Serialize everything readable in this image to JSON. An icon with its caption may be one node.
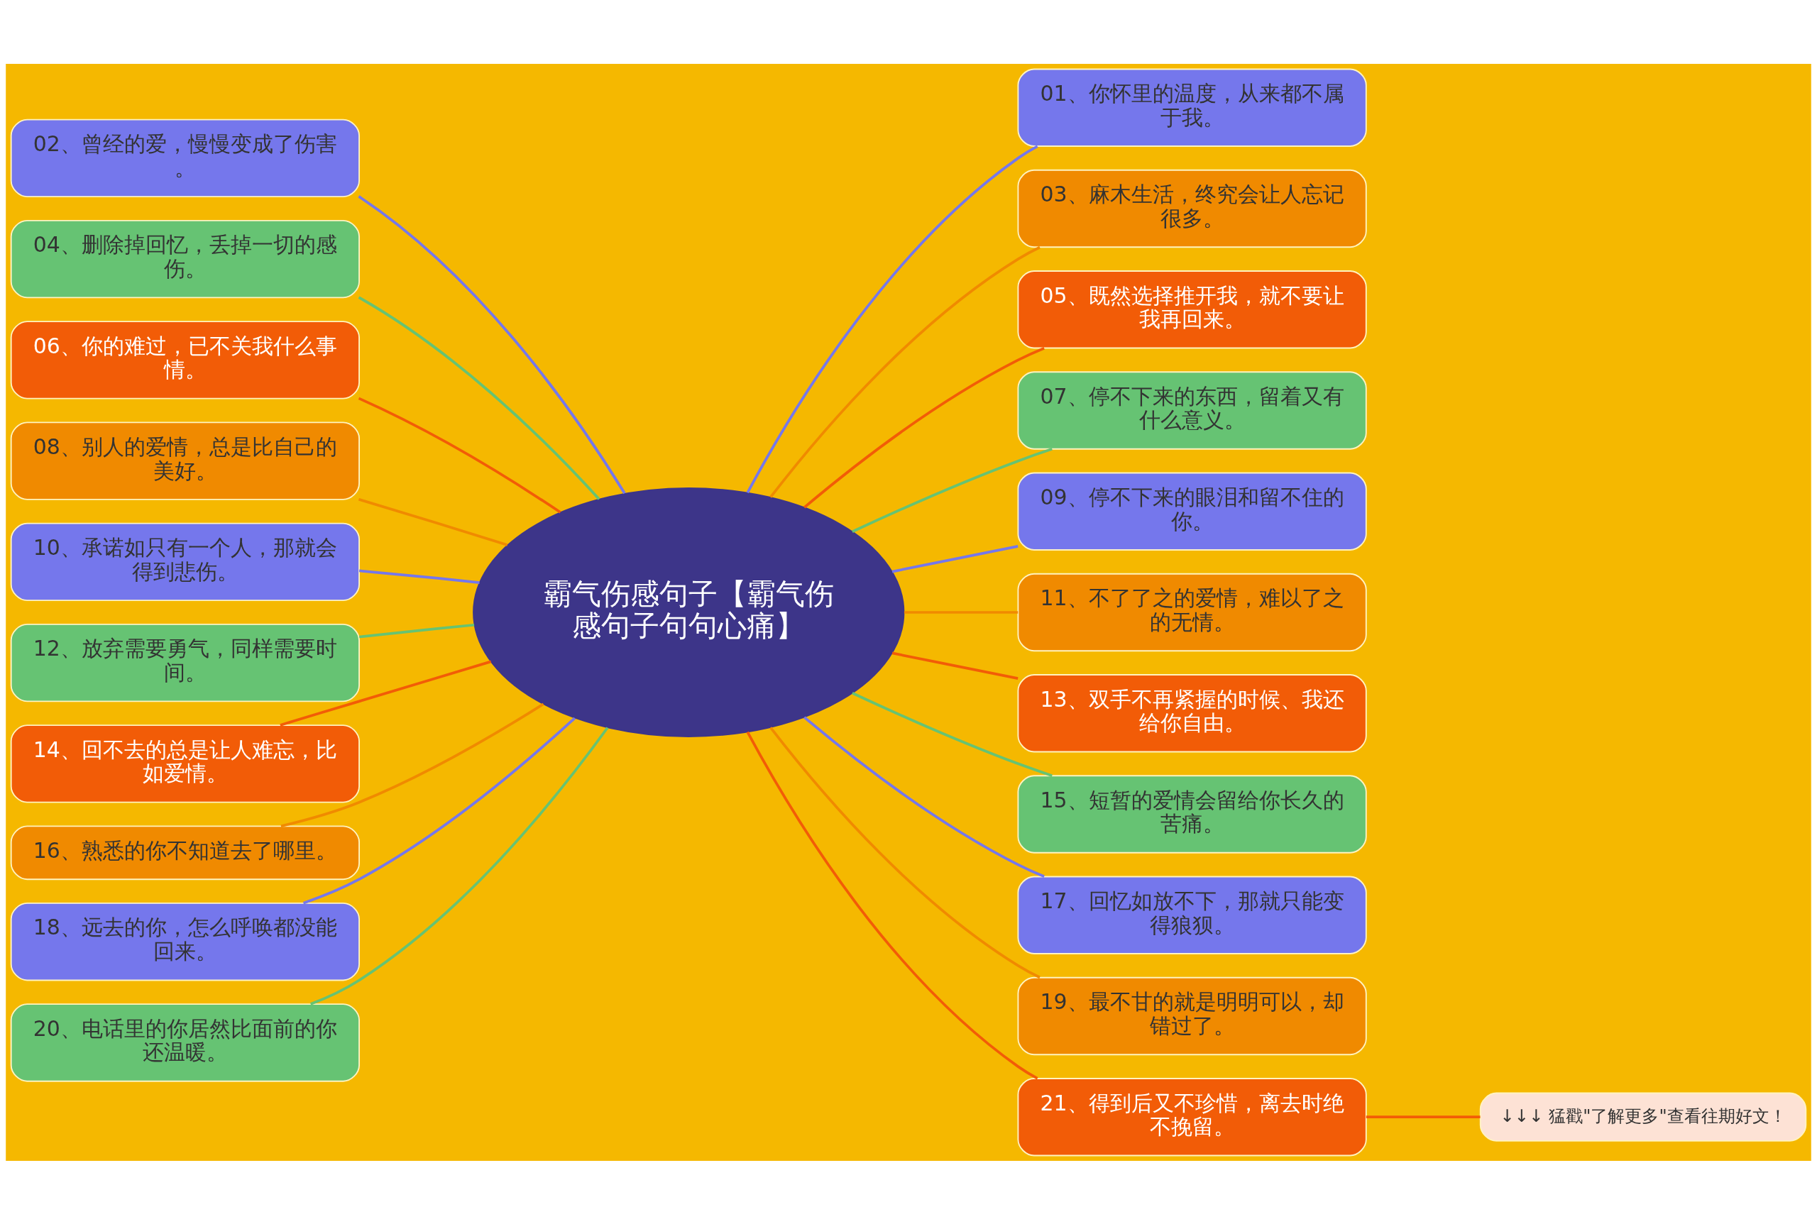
{
  "diagram": {
    "nodes": [
      {
        "text": [
          "霸气伤感句子【霸气伤感句子句句心痛】"
        ]
      },
      {
        "text": [
          "01、你怀里的温度，从来都不属于我。"
        ]
      },
      {
        "text": [
          "03、麻木生活，终究会让人忘记很多。"
        ]
      },
      {
        "text": [
          "05、既然选择推开我，就不要让我再回来。"
        ]
      },
      {
        "text": [
          "07、停不下来的东西，留着又有什么意义。"
        ]
      },
      {
        "text": [
          "09、停不下来的眼泪和留不住的你。"
        ]
      },
      {
        "text": [
          "11、不了了之的爱情，难以了之的无情。"
        ]
      },
      {
        "text": [
          "13、双手不再紧握的时候、我还给你自由。"
        ]
      },
      {
        "text": [
          "15、短暂的爱情会留给你长久的苦痛。"
        ]
      },
      {
        "text": [
          "17、回忆如放不下，那就只能变得狼狈。"
        ]
      },
      {
        "text": [
          "19、最不甘的就是明明可以，却错过了。"
        ]
      },
      {
        "text": [
          "21、得到后又不珍惜，离去时绝不挽留。"
        ]
      },
      {
        "text": [
          "02、曾经的爱，慢慢变成了伤害。"
        ]
      },
      {
        "text": [
          "04、删除掉回忆，丢掉一切的感伤。"
        ]
      },
      {
        "text": [
          "06、你的难过，已不关我什么事情。"
        ]
      },
      {
        "text": [
          "08、别人的爱情，总是比自己的美好。"
        ]
      },
      {
        "text": [
          "10、承诺如只有一个人，那就会得到悲伤。"
        ]
      },
      {
        "text": [
          "12、放弃需要勇气，同样需要时间。"
        ]
      },
      {
        "text": [
          "14、回不去的总是让人难忘，比如爱情。"
        ]
      },
      {
        "text": [
          "16、熟悉的你不知道去了哪里。"
        ]
      },
      {
        "text": [
          "18、远去的你，怎么呼唤都没能回来。"
        ]
      },
      {
        "text": [
          "20、电话里的你居然比面前的你还温暖。"
        ]
      },
      {
        "text": [
          "↓↓↓ 猛戳\"了解更多\"查看往期好文！"
        ]
      }
    ],
    "edges": [
      {
        "from": 0,
        "to": 1,
        "arrow": "none",
        "color": "#7577ec"
      },
      {
        "from": 0,
        "to": 2,
        "arrow": "none",
        "color": "#f08a00"
      },
      {
        "from": 0,
        "to": 3,
        "arrow": "none",
        "color": "#f25c07"
      },
      {
        "from": 0,
        "to": 4,
        "arrow": "none",
        "color": "#66c373"
      },
      {
        "from": 0,
        "to": 5,
        "arrow": "none",
        "color": "#7577ec"
      },
      {
        "from": 0,
        "to": 6,
        "arrow": "none",
        "color": "#f08a00"
      },
      {
        "from": 0,
        "to": 7,
        "arrow": "none",
        "color": "#f25c07"
      },
      {
        "from": 0,
        "to": 8,
        "arrow": "none",
        "color": "#66c373"
      },
      {
        "from": 0,
        "to": 9,
        "arrow": "none",
        "color": "#7577ec"
      },
      {
        "from": 0,
        "to": 10,
        "arrow": "none",
        "color": "#f08a00"
      },
      {
        "from": 0,
        "to": 11,
        "arrow": "none",
        "color": "#f25c07"
      },
      {
        "from": 0,
        "to": 12,
        "arrow": "none",
        "color": "#7577ec"
      },
      {
        "from": 0,
        "to": 13,
        "arrow": "none",
        "color": "#66c373"
      },
      {
        "from": 0,
        "to": 14,
        "arrow": "none",
        "color": "#f25c07"
      },
      {
        "from": 0,
        "to": 15,
        "arrow": "none",
        "color": "#f08a00"
      },
      {
        "from": 0,
        "to": 16,
        "arrow": "none",
        "color": "#7577ec"
      },
      {
        "from": 0,
        "to": 17,
        "arrow": "none",
        "color": "#66c373"
      },
      {
        "from": 0,
        "to": 18,
        "arrow": "none",
        "color": "#f25c07"
      },
      {
        "from": 0,
        "to": 19,
        "arrow": "none",
        "color": "#f08a00"
      },
      {
        "from": 0,
        "to": 20,
        "arrow": "none",
        "color": "#7577ec"
      },
      {
        "from": 0,
        "to": 21,
        "arrow": "none",
        "color": "#66c373"
      },
      {
        "from": 11,
        "to": 22,
        "arrow": "none",
        "color": "#f25c07"
      }
    ]
  }
}
